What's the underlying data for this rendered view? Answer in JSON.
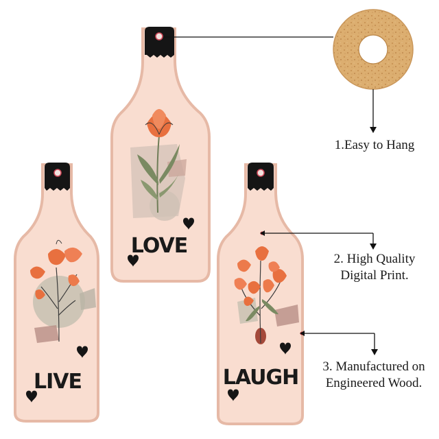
{
  "bottles": [
    {
      "word": "LOVE"
    },
    {
      "word": "LIVE"
    },
    {
      "word": "LAUGH"
    }
  ],
  "features": [
    {
      "lines": [
        "1.Easy to Hang"
      ]
    },
    {
      "lines": [
        "2. High Quality",
        "Digital Print."
      ]
    },
    {
      "lines": [
        "3. Manufactured on",
        "Engineered Wood."
      ]
    }
  ],
  "colors": {
    "bottle_fill": "#f9ddd0",
    "bottle_edge": "#e6b9a6",
    "cap": "#151515",
    "petal": "#e8703f",
    "stem": "#6f7d58",
    "wash_grey": "#c9c2b3",
    "wash_pink": "#b88e86",
    "cork": "#d9a868"
  },
  "icons": [
    "heart-icon",
    "hanging-hole-icon",
    "cork-washer-icon",
    "arrow-down-icon"
  ]
}
